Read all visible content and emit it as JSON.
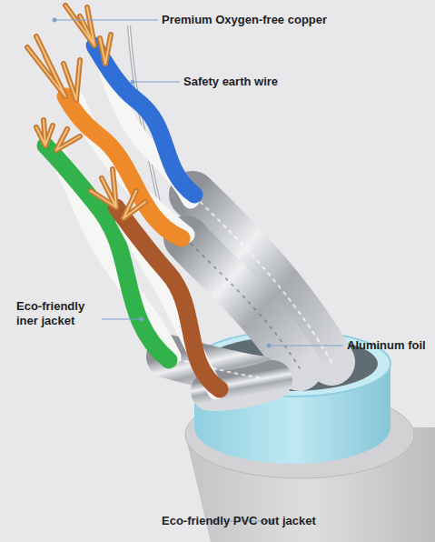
{
  "diagram": {
    "labels": [
      "Premium Oxygen-free copper",
      "Safety earth wire",
      "Eco-friendly iner jacket",
      "Aluminum foil",
      "Eco-friendly PVC out jacket"
    ]
  }
}
